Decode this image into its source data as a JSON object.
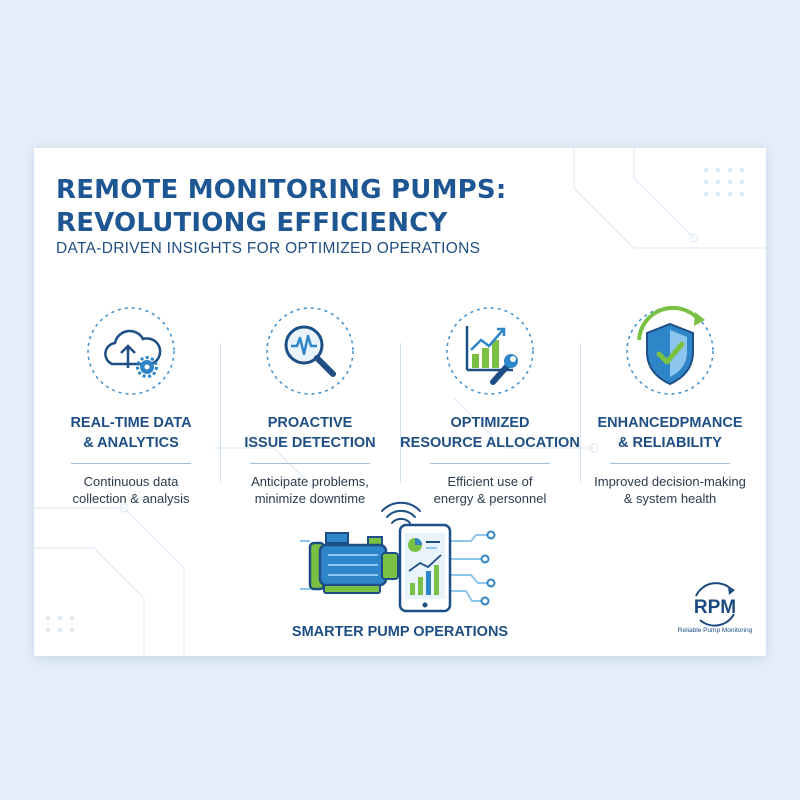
{
  "header": {
    "title": "REMOTE MONITORING PUMPS:\nREVOLUTIONG EFFICIENCY",
    "subtitle": "DATA-DRIVEN INSIGHTS FOR OPTIMIZED OPERATIONS"
  },
  "features": [
    {
      "icon": "cloud-upload-gear-icon",
      "title": "REAL-TIME DATA\n& ANALYTICS",
      "desc": "Continuous data\ncollection & analysis"
    },
    {
      "icon": "magnifier-pulse-icon",
      "title": "PROACTIVE\nISSUE DETECTION",
      "desc": "Anticipate problems,\nminimize downtime"
    },
    {
      "icon": "chart-wrench-icon",
      "title": "OPTIMIZED\nRESOURCE ALLOCATION",
      "desc": "Efficient use of\nenergy & personnel"
    },
    {
      "icon": "shield-check-icon",
      "title": "ENHANCEDPMANCE\n& RELIABILITY",
      "desc": "Improved decision-making\n& system health"
    }
  ],
  "bottom": {
    "label": "SMARTER PUMP OPERATIONS"
  },
  "logo": {
    "name": "RPM",
    "tagline": "Reliable Pump Monitoring"
  },
  "colors": {
    "navy": "#1d4e85",
    "blue": "#2e86c8",
    "light_blue": "#8cc5ee",
    "green": "#7ac143"
  }
}
